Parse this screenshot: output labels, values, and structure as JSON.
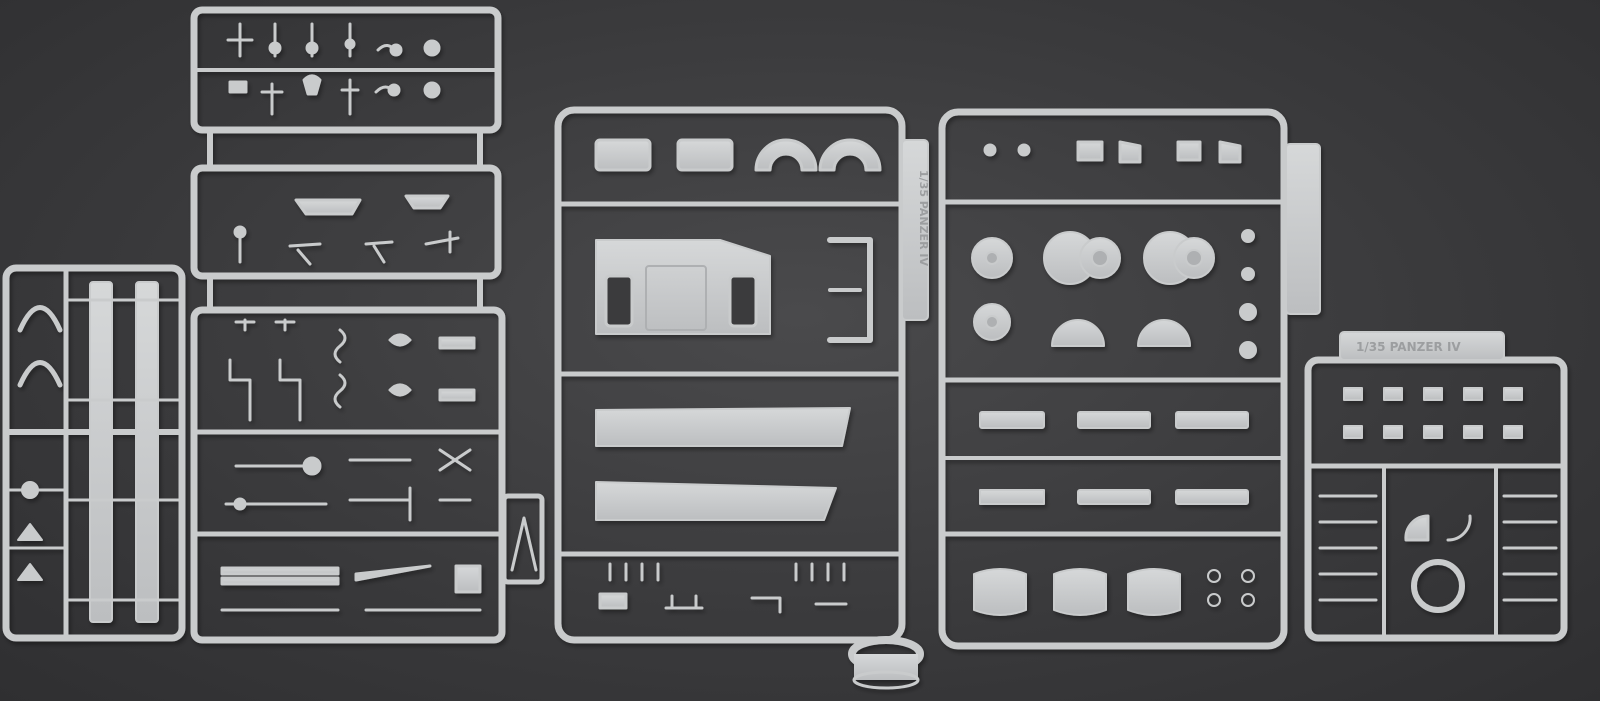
{
  "photo": {
    "subject": "plastic model kit sprues on dark backdrop",
    "background_color": "#3b3b3d",
    "plastic_color": "#c9cbcc",
    "plastic_shadow": "#a9abad"
  },
  "sprue_labels": [
    {
      "id": "sprue-E-mid",
      "text": "1/35 PANZER IV"
    },
    {
      "id": "sprue-far-right",
      "text": "1/35 PANZER IV"
    }
  ]
}
